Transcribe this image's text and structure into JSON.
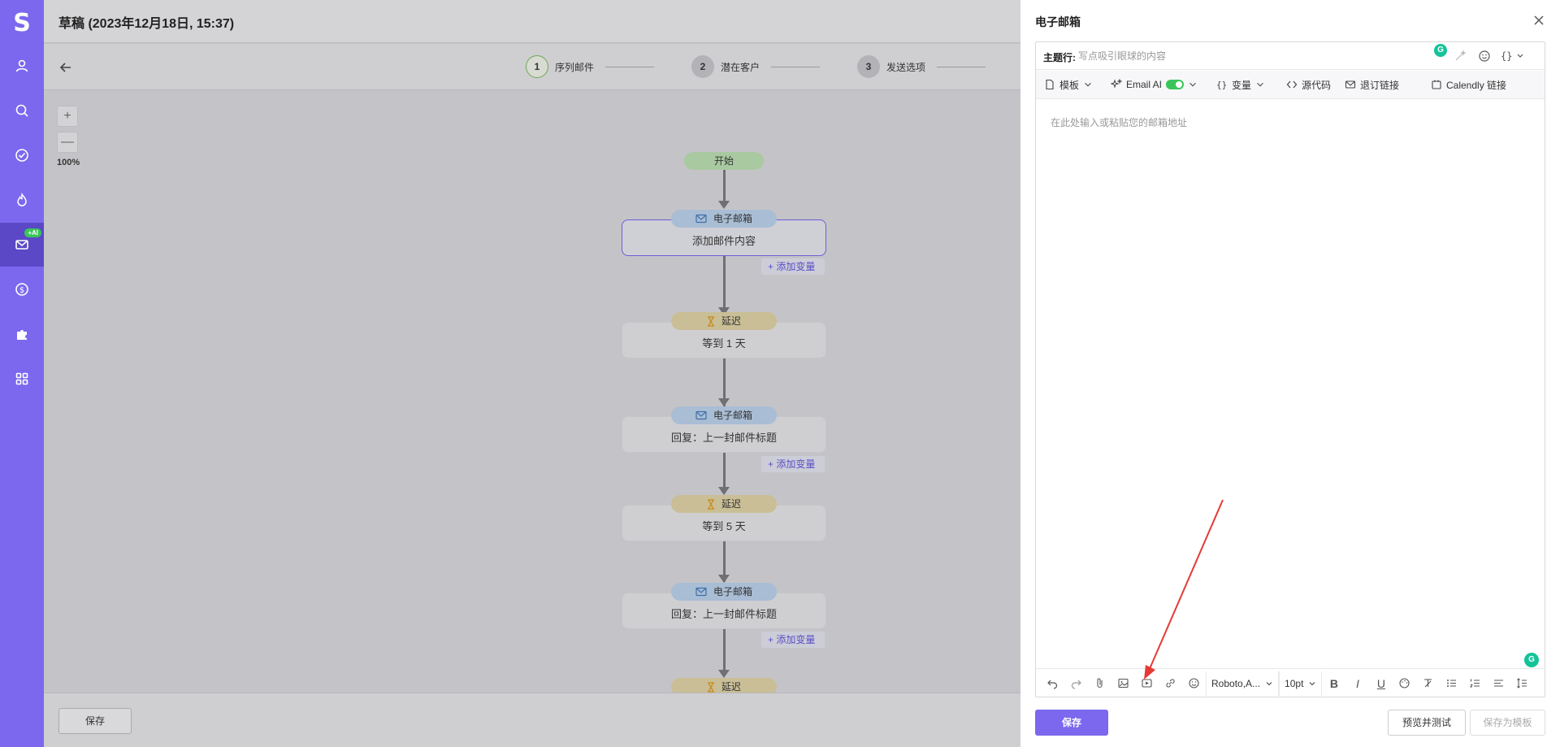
{
  "sidebar": {
    "logo": "S",
    "ai_badge": "+AI",
    "items": [
      {
        "icon": "user-icon"
      },
      {
        "icon": "search-icon"
      },
      {
        "icon": "check-circle-icon"
      },
      {
        "icon": "flame-icon"
      },
      {
        "icon": "mail-icon",
        "active": true
      },
      {
        "icon": "dollar-icon"
      },
      {
        "icon": "puzzle-icon"
      },
      {
        "icon": "grid-icon"
      }
    ]
  },
  "header": {
    "title": "草稿 (2023年12月18日, 15:37)"
  },
  "steps": [
    {
      "num": "1",
      "label": "序列邮件",
      "current": true
    },
    {
      "num": "2",
      "label": "潜在客户"
    },
    {
      "num": "3",
      "label": "发送选项"
    }
  ],
  "zoom": {
    "plus": "+",
    "minus": "—",
    "level": "100%"
  },
  "flow": {
    "start": "开始",
    "nodes": [
      {
        "type": "email",
        "tag": "电子邮箱",
        "text": "添加邮件内容",
        "add_var": "+ 添加变量"
      },
      {
        "type": "delay",
        "tag": "延迟",
        "text": "等到 1 天"
      },
      {
        "type": "email",
        "tag": "电子邮箱",
        "text": "回复：上一封邮件标题",
        "add_var": "+ 添加变量"
      },
      {
        "type": "delay",
        "tag": "延迟",
        "text": "等到 5 天"
      },
      {
        "type": "email",
        "tag": "电子邮箱",
        "text": "回复：上一封邮件标题",
        "add_var": "+ 添加变量"
      },
      {
        "type": "delay",
        "tag": "延迟"
      }
    ]
  },
  "footer": {
    "save_label": "保存"
  },
  "panel": {
    "title": "电子邮箱",
    "subject_label": "主题行:",
    "subject_placeholder": "写点吸引眼球的内容",
    "toolbar": {
      "template": "模板",
      "email_ai": "Email AI",
      "variables": "变量",
      "source": "源代码",
      "unsubscribe": "退订链接",
      "calendly": "Calendly 链接"
    },
    "body_placeholder": "在此处输入或粘贴您的邮箱地址",
    "font_family": "Roboto,A...",
    "font_size": "10pt",
    "save_button": "保存",
    "preview_button": "预览并测试",
    "template_button": "保存为模板",
    "grammarly": "G"
  },
  "colors": {
    "brand": "#7b68ee",
    "active_nav": "#5b48c7",
    "annotation": "#e53935",
    "grammarly": "#15c39a"
  }
}
